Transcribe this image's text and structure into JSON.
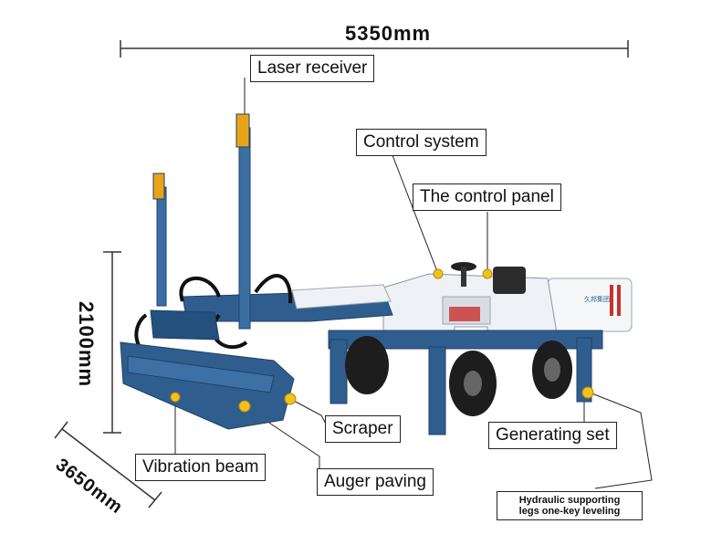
{
  "dimensions": {
    "length": "5350mm",
    "height": "2100mm",
    "width": "3650mm"
  },
  "labels": {
    "laser_receiver": "Laser receiver",
    "control_system": "Control system",
    "control_panel": "The control panel",
    "scraper": "Scraper",
    "generating_set": "Generating set",
    "vibration_beam": "Vibration beam",
    "auger_paving": "Auger paving",
    "hydraulic_legs_line1": "Hydraulic supporting",
    "hydraulic_legs_line2": "legs one-key leveling"
  },
  "colors": {
    "machine_blue": "#2f5e8e",
    "machine_blue_dark": "#1f4268",
    "body_white": "#eef2f6",
    "marker_yellow": "#f2c21b",
    "receiver_orange": "#e8a317",
    "accent_red": "#c8322d"
  }
}
